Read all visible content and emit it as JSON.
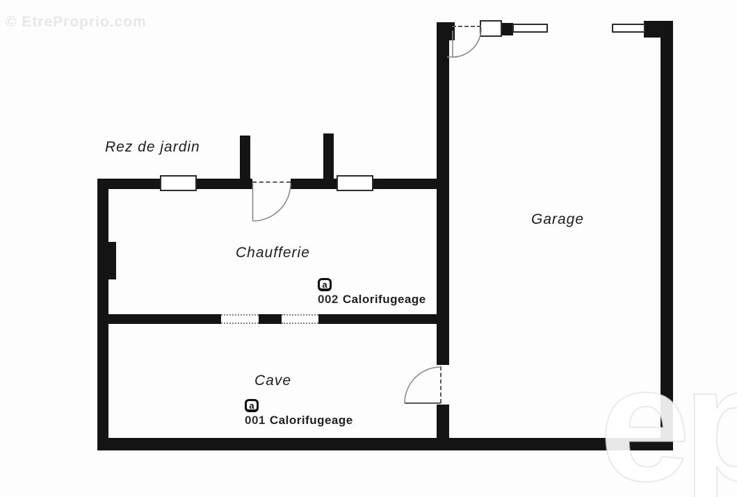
{
  "watermarks": {
    "top_left": "© EtreProprio.com",
    "corner_logo": "ep"
  },
  "plan": {
    "floor_title": "Rez de jardin",
    "rooms": {
      "chaufferie": {
        "label": "Chaufferie"
      },
      "garage": {
        "label": "Garage"
      },
      "cave": {
        "label": "Cave"
      }
    },
    "annotations": {
      "a002": {
        "icon_glyph": "a",
        "code": "002",
        "label": "Calorifugeage"
      },
      "a001": {
        "icon_glyph": "a",
        "code": "001",
        "label": "Calorifugeage"
      }
    }
  },
  "colors": {
    "wall": "#141414",
    "door_line": "#8a8a8a",
    "dashed_opening": "#5a5a5a",
    "watermark_gray": "#e7e7e7",
    "background": "#fdfdfd"
  }
}
